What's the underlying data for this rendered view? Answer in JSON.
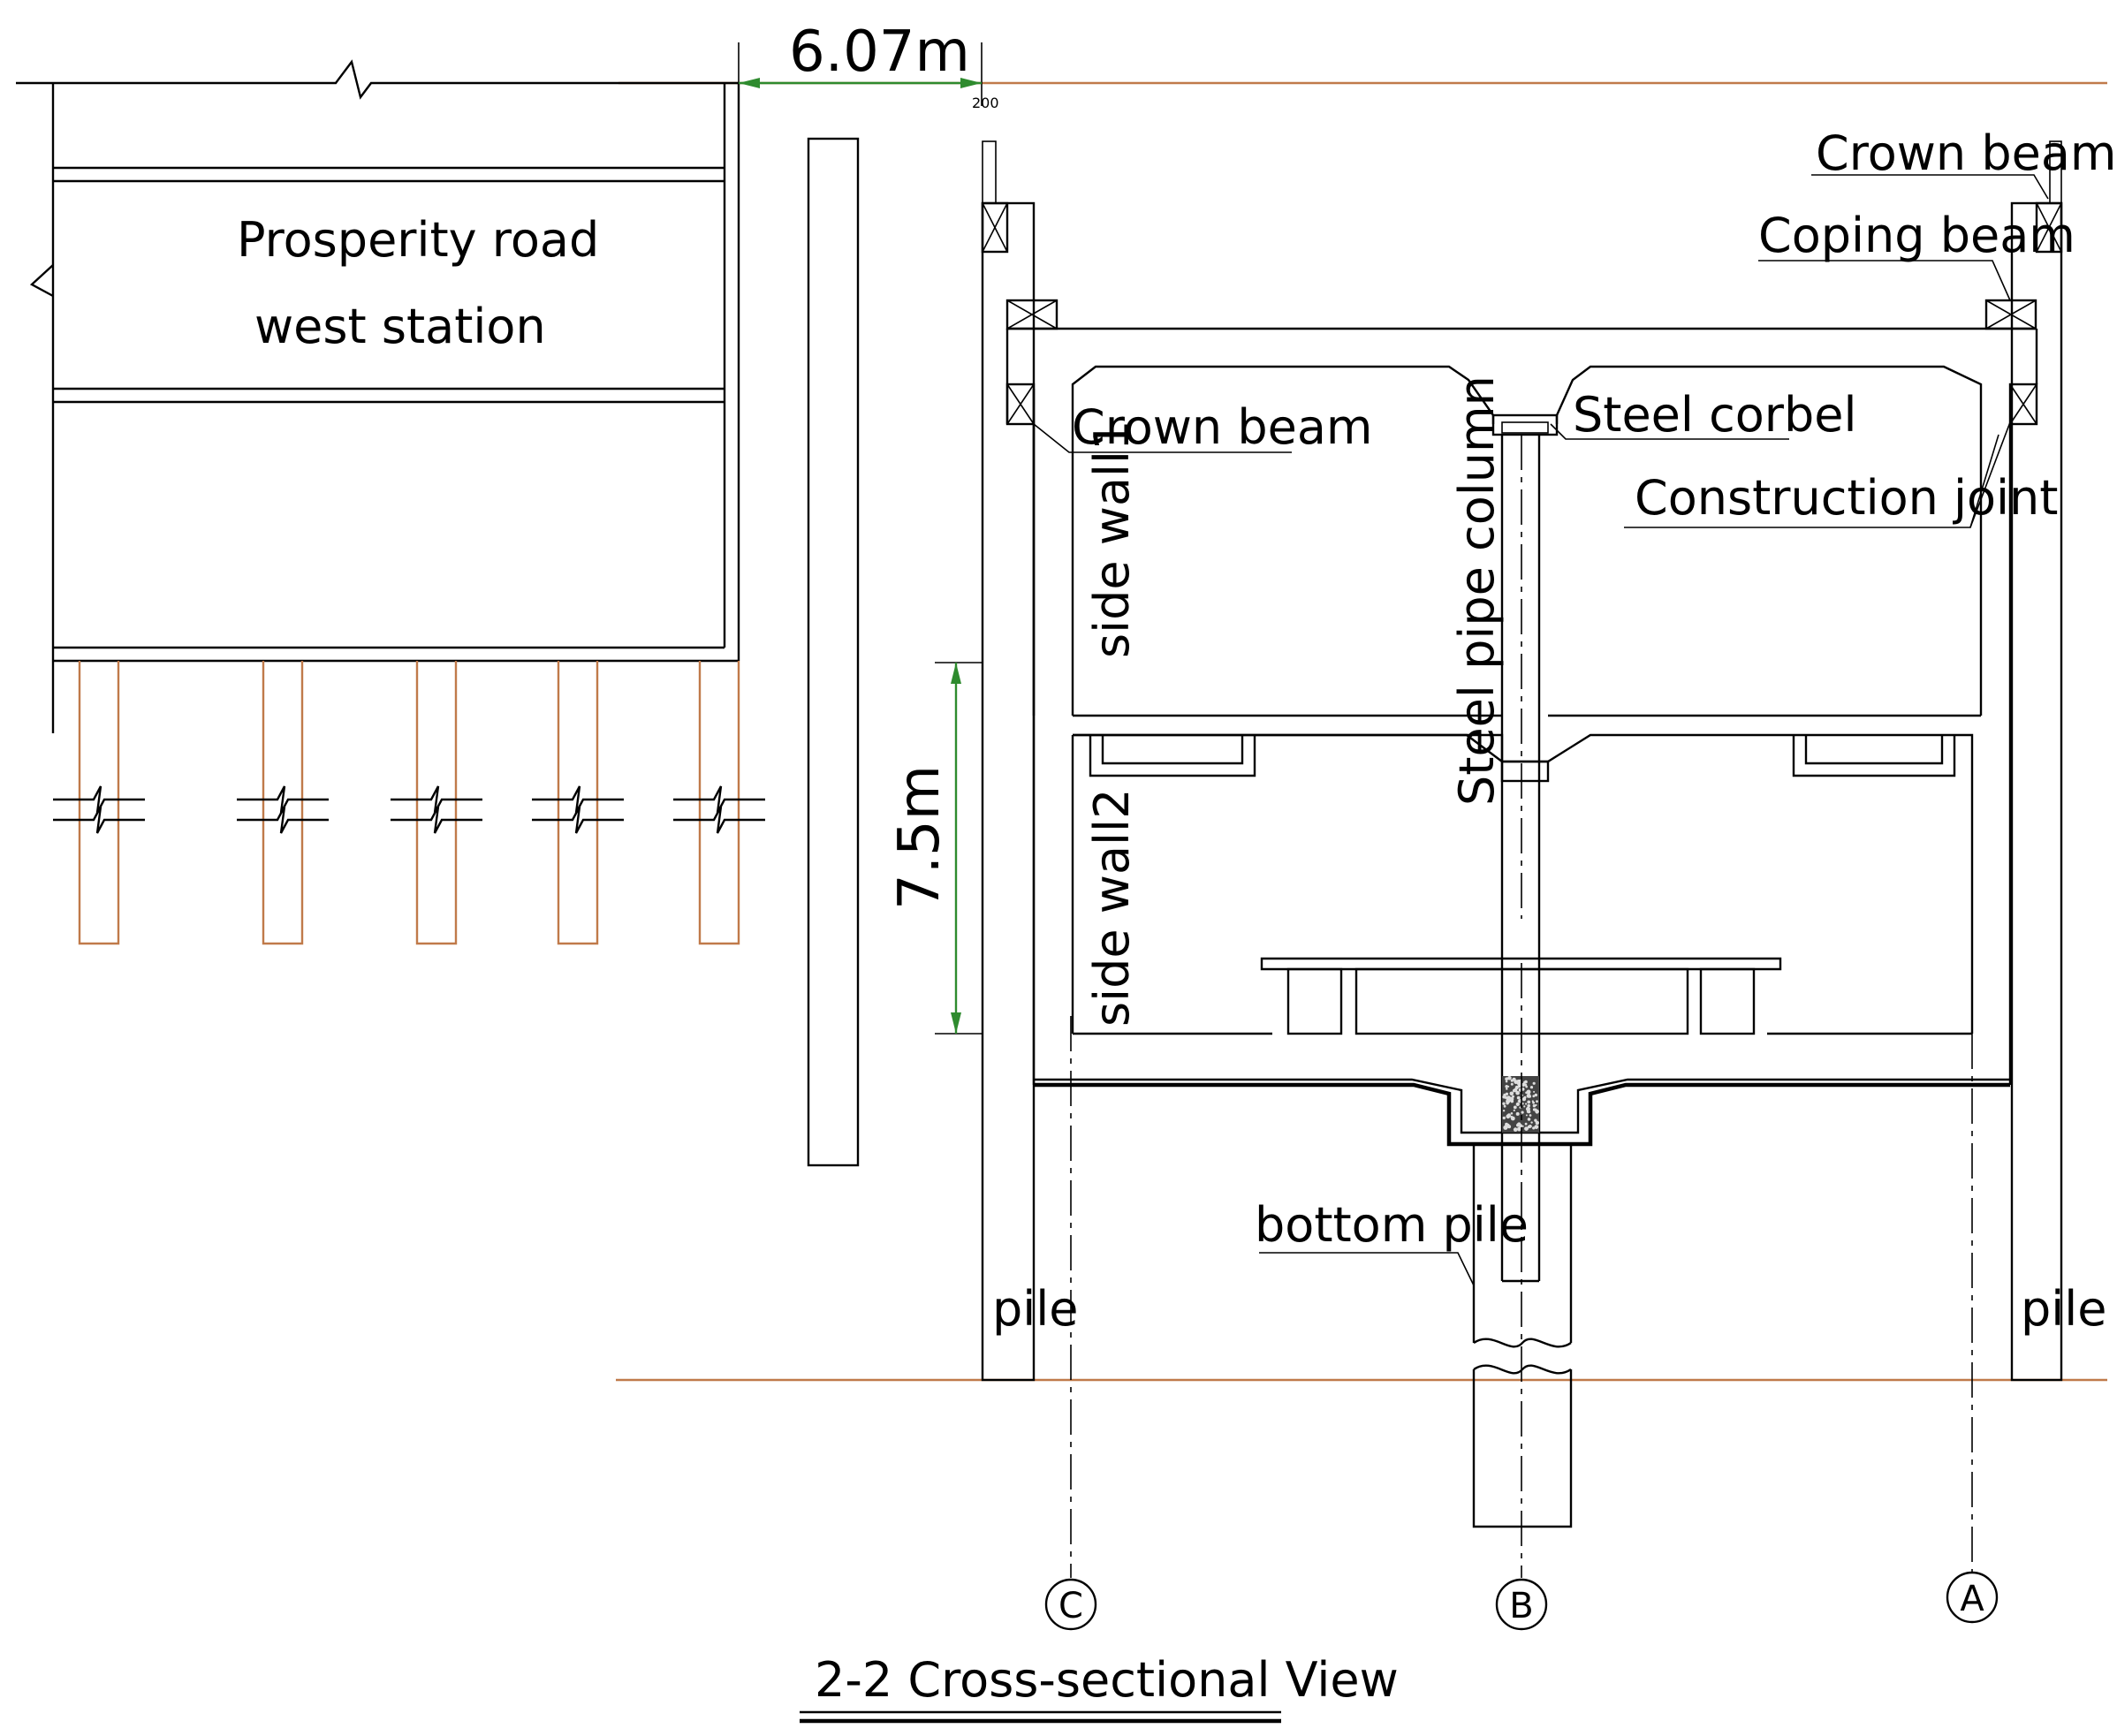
{
  "colors": {
    "line": "#000000",
    "brown": "#c07a4a",
    "green": "#2e8b2e",
    "background": "#ffffff"
  },
  "building": {
    "name_line1": "Prosperity road",
    "name_line2": "west station"
  },
  "dimensions": {
    "horizontal": "6.07m",
    "vertical": "7.5m",
    "small": "200"
  },
  "labels": {
    "crown_beam_top": "Crown beam",
    "coping_beam": "Coping beam",
    "crown_beam_left": "Crown beam",
    "steel_corbel": "Steel corbel",
    "construction_joint": "Construction joint",
    "side_wall_1": "side wall1",
    "side_wall_2": "side wall2",
    "steel_pipe_column": "Steel pipe column",
    "bottom_pile": "bottom pile",
    "pile_left": "pile",
    "pile_right": "pile"
  },
  "axes": {
    "c": "C",
    "b": "B",
    "a": "A"
  },
  "title": "2-2 Cross-sectional View"
}
